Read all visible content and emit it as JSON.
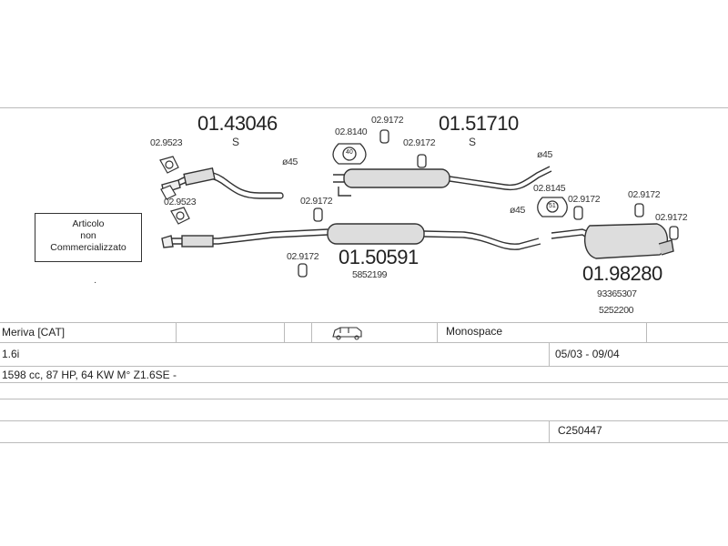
{
  "parts": {
    "front_pipe_main": "01.43046",
    "front_pipe_main_suffix": "S",
    "center_silencer": "01.51710",
    "center_silencer_suffix": "S",
    "mid_pipe": "01.50591",
    "mid_pipe_oe": "5852199",
    "rear_silencer": "01.98280",
    "rear_silencer_oe1": "93365307",
    "rear_silencer_oe2": "5252200",
    "gasket_a": "02.9523",
    "gasket_b": "02.9523",
    "mount_1": "02.8140",
    "mount_1_badge": "40",
    "clamp_1": "02.9172",
    "clamp_2": "02.9172",
    "clamp_3": "02.9172",
    "clamp_4": "02.9172",
    "clamp_5": "02.9172",
    "clamp_6": "02.9172",
    "clamp_7": "02.9172",
    "mount_2": "02.8145",
    "mount_2_badge": "51",
    "diameter_1": "ø45",
    "diameter_2": "ø45",
    "diameter_3": "ø45"
  },
  "not_sold_box": {
    "line1": "Articolo",
    "line2": "non",
    "line3": "Commercializzato"
  },
  "vehicle": {
    "model": "Meriva  [CAT]",
    "body_type": "Monospace",
    "engine": "1.6i",
    "years": "05/03 - 09/04",
    "spec": "1598 cc, 87 HP, 64 KW  M° Z1.6SE -",
    "code": "C250447"
  }
}
